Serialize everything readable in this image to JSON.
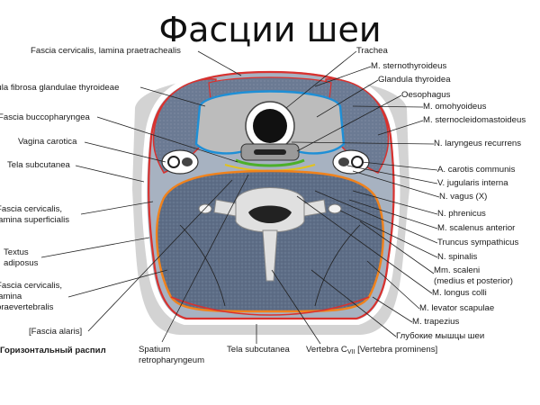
{
  "title": "Фасции шеи",
  "caption": "Горизонтальный распил",
  "labels": {
    "lamina_praetrachealis": "Fascia cervicalis, lamina praetrachealis",
    "capsula_fibrosa": "Capsula fibrosa glandulae thyroideae",
    "buccopharyngea": "Fascia buccopharyngea",
    "vagina_carotica": "Vagina carotica",
    "tela_subcutanea_left": "Tela subcutanea",
    "superficialis_1": "Fascia cervicalis,",
    "superficialis_2": "lamina superficialis",
    "textus_1": "Textus",
    "textus_2": "adiposus",
    "praevertebralis_1": "Fascia cervicalis,",
    "praevertebralis_2": "lamina",
    "praevertebralis_3": "praevertebralis",
    "fascia_alaris": "[Fascia alaris]",
    "spatium_1": "Spatium",
    "spatium_2": "retropharyngeum",
    "tela_subcutanea_bottom": "Tela subcutanea",
    "vertebra_prefix": "Vertebra C",
    "vertebra_sub": "VII",
    "vertebra_suffix": " [Vertebra prominens]",
    "trachea": "Trachea",
    "sternothyroideus": "M. sternothyroideus",
    "glandula_thyroidea": "Glandula thyroidea",
    "oesophagus": "Oesophagus",
    "omohyoideus": "M. omohyoideus",
    "sternocleidomastoideus": "M. sternocleidomastoideus",
    "laryngeus": "N. laryngeus recurrens",
    "carotis": "A. carotis communis",
    "jugularis": "V. jugularis interna",
    "vagus": "N. vagus (X)",
    "phrenicus": "N. phrenicus",
    "scalenus_anterior": "M. scalenus anterior",
    "truncus": "Truncus sympathicus",
    "spinalis": "N. spinalis",
    "scaleni_1": "Mm. scaleni",
    "scaleni_2": "(medius et posterior)",
    "longus_colli": "M. longus colli",
    "levator": "M. levator scapulae",
    "trapezius": "M. trapezius",
    "deep_muscles": "Глубокие мышцы шеи"
  }
}
